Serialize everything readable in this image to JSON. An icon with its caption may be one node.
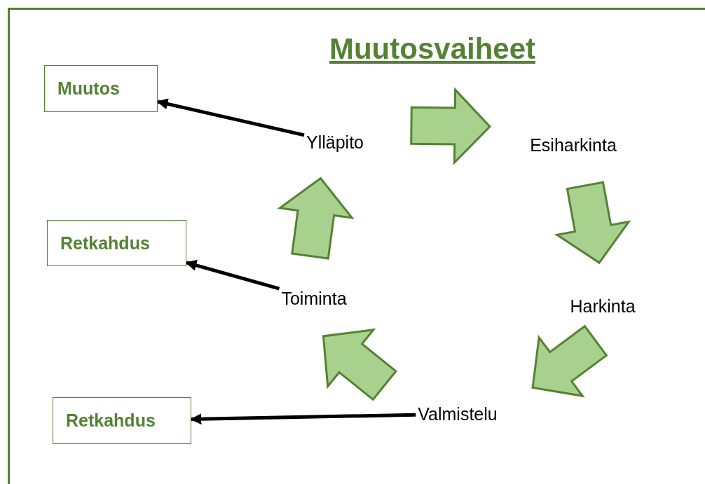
{
  "diagram": {
    "title": "Muutosvaiheet",
    "nodes": [
      {
        "text": [
          "Muutos"
        ]
      },
      {
        "text": [
          "Retkahdus"
        ]
      },
      {
        "text": [
          "Retkahdus"
        ]
      },
      {
        "text": [
          "Ylläpito"
        ]
      },
      {
        "text": [
          "Esiharkinta"
        ]
      },
      {
        "text": [
          "Harkinta"
        ]
      },
      {
        "text": [
          "Valmistelu"
        ]
      },
      {
        "text": [
          "Toiminta"
        ]
      }
    ],
    "edges": [
      {
        "from": 3,
        "to": 4,
        "arrow": "to",
        "style": "thick"
      },
      {
        "from": 4,
        "to": 5,
        "arrow": "to",
        "style": "thick"
      },
      {
        "from": 5,
        "to": 6,
        "arrow": "to",
        "style": "thick"
      },
      {
        "from": 6,
        "to": 7,
        "arrow": "to",
        "style": "thick"
      },
      {
        "from": 7,
        "to": 3,
        "arrow": "to",
        "style": "thick"
      },
      {
        "from": 3,
        "to": 0,
        "arrow": "to",
        "color": "#000000"
      },
      {
        "from": 7,
        "to": 1,
        "arrow": "to",
        "color": "#000000"
      },
      {
        "from": 6,
        "to": 2,
        "arrow": "to",
        "color": "#000000"
      }
    ]
  }
}
